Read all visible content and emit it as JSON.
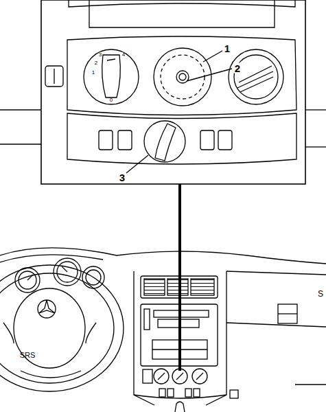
{
  "diagram": {
    "labels": [
      "1",
      "2",
      "3",
      "1",
      "2",
      "3",
      "4",
      "0",
      "SRS",
      "S"
    ]
  }
}
